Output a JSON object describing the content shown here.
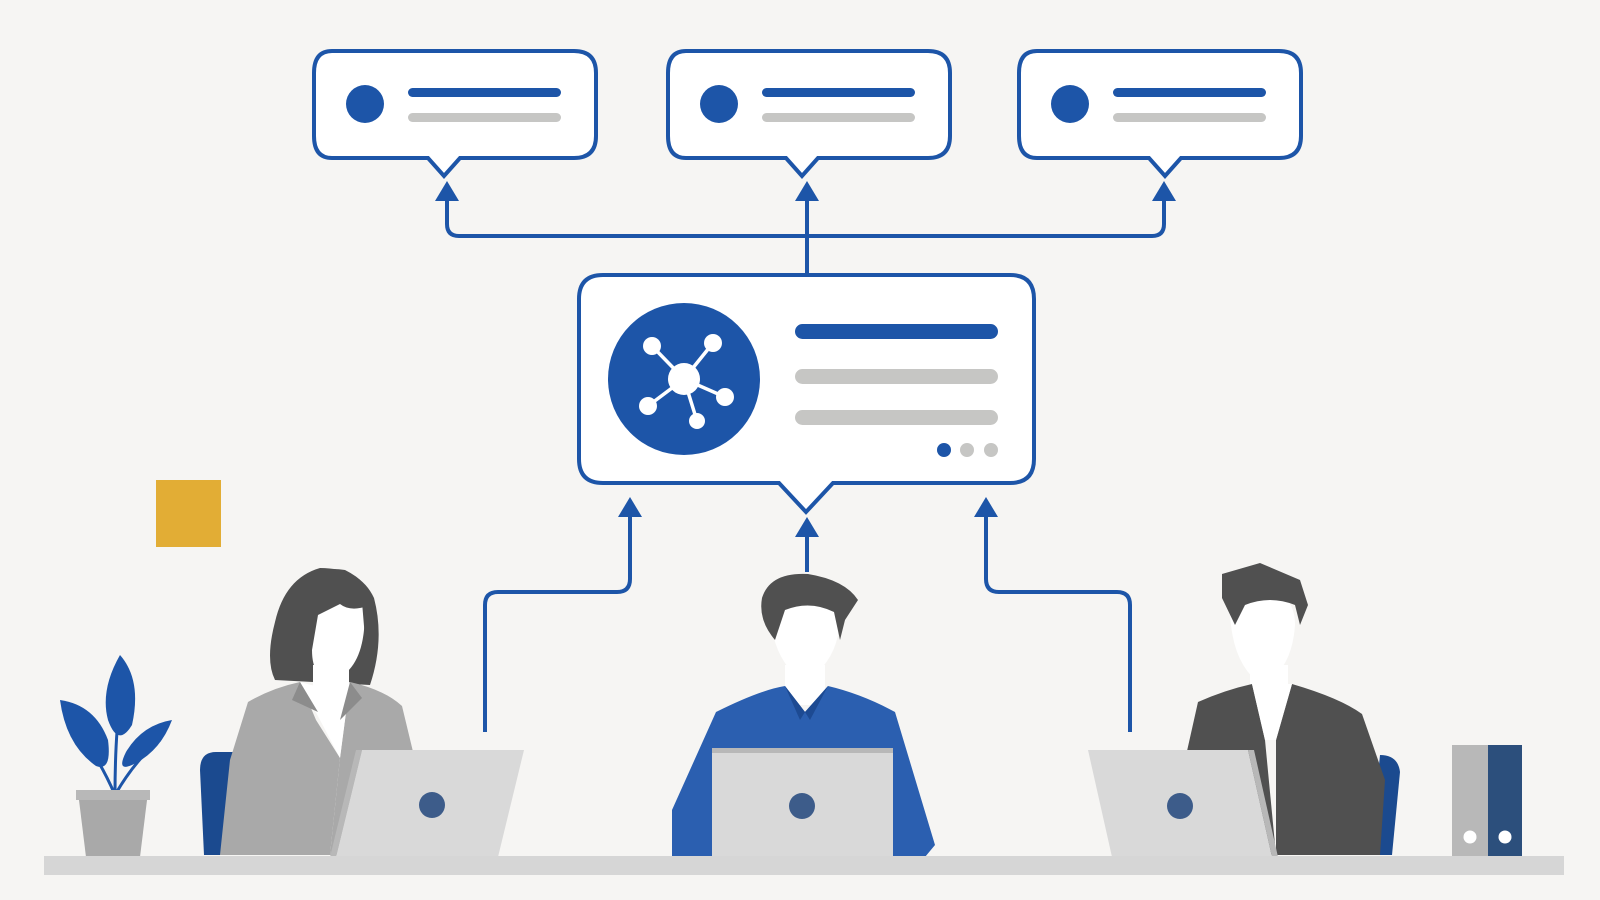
{
  "colors": {
    "background": "#f6f5f3",
    "accent_blue": "#1d55a8",
    "placeholder_gray": "#c6c6c4",
    "sticky_note": "#e2ad35",
    "laptop_gray": "#d9d9d9",
    "dark_gray": "#505050",
    "mid_gray": "#a9a9a9",
    "desk": "#d6d6d6"
  },
  "icons": {
    "central": "network-hub-icon",
    "laptop_logo": "laptop-logo-dot-icon",
    "plant": "potted-plant-icon",
    "binders": "binder-folders-icon"
  },
  "diagram": {
    "central_hub": {
      "text_line_colors": [
        "#1d55a8",
        "#c6c6c4",
        "#c6c6c4"
      ],
      "pagination_dots": [
        "active",
        "inactive",
        "inactive"
      ]
    },
    "outputs": [
      {
        "id": "left"
      },
      {
        "id": "center"
      },
      {
        "id": "right"
      }
    ],
    "people": [
      {
        "id": "left",
        "outfit": "gray-blazer",
        "hair": "bob"
      },
      {
        "id": "center",
        "outfit": "blue-shirt",
        "hair": "short"
      },
      {
        "id": "right",
        "outfit": "dark-jacket",
        "hair": "short"
      }
    ]
  }
}
